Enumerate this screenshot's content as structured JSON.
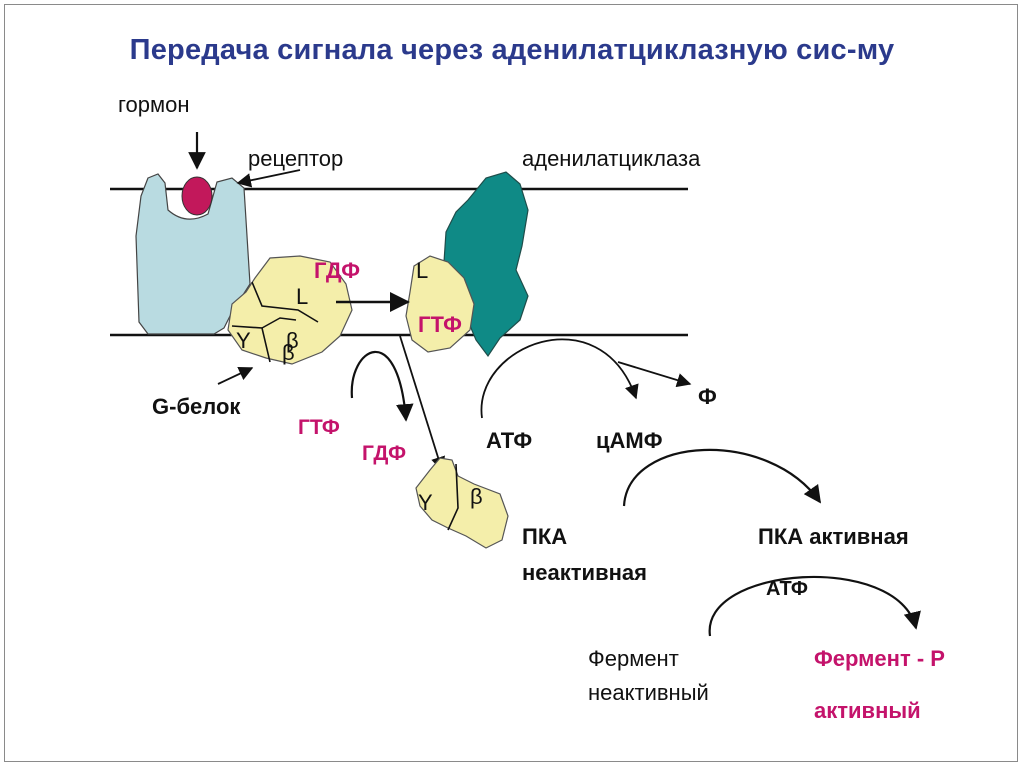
{
  "title": "Передача сигнала через аденилатциклазную сис-му",
  "labels": {
    "hormone": "гормон",
    "receptor": "рецептор",
    "adenylate_cyclase": "аденилатциклаза",
    "g_protein": "G-белок",
    "gdp_top": "ГДФ",
    "l_left": "L",
    "l_right": "L",
    "gtp_right": "ГТФ",
    "gtp_lower": "ГТФ",
    "gdp_lower": "ГДФ",
    "gamma_left": "Y",
    "beta_left_1": "β",
    "beta_left_2": "β",
    "gamma_free": "Y",
    "beta_free": "β",
    "phosphate": "Ф",
    "atp": "АТФ",
    "camp": "цАМФ",
    "pka_inactive_1": "ПКА",
    "pka_inactive_2": "неактивная",
    "pka_active": "ПКА активная",
    "atp_lower": "АТФ",
    "enzyme_inactive_1": "Фермент",
    "enzyme_inactive_2": "неактивный",
    "enzyme_active_1": "Фермент - Р",
    "enzyme_active_2": "активный"
  },
  "colors": {
    "title": "#2b3a8c",
    "accent": "#c4136b",
    "receptor": "#b9dbe1",
    "hormone": "#c2185b",
    "g_protein": "#f4eeaa",
    "adenylate_cyclase": "#0f8a86"
  }
}
